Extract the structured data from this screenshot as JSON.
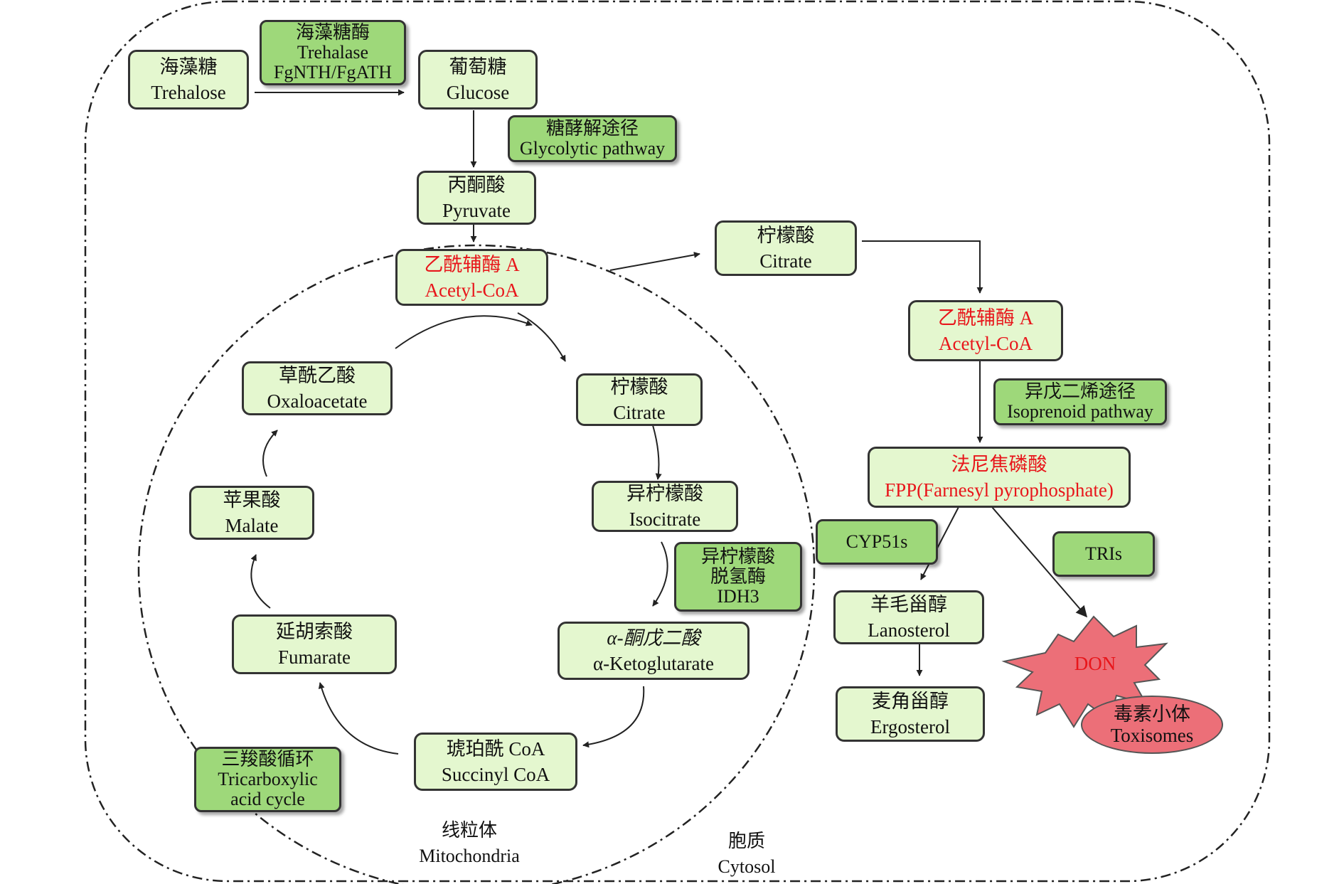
{
  "colors": {
    "node_fill": "#e4f7cf",
    "enzyme_fill": "#9ed87a",
    "highlight_text": "#e8161b",
    "toxin_fill": "#ec6f78"
  },
  "nodes": {
    "trehalose": {
      "zh": "海藻糖",
      "en": "Trehalose"
    },
    "glucose": {
      "zh": "葡萄糖",
      "en": "Glucose"
    },
    "pyruvate": {
      "zh": "丙酮酸",
      "en": "Pyruvate"
    },
    "acetyl_coa_mito": {
      "zh": "乙酰辅酶 A",
      "en": "Acetyl-CoA"
    },
    "citrate_cyto": {
      "zh": "柠檬酸",
      "en": "Citrate"
    },
    "acetyl_coa_cyto": {
      "zh": "乙酰辅酶 A",
      "en": "Acetyl-CoA"
    },
    "fpp": {
      "zh": "法尼焦磷酸",
      "en": "FPP(Farnesyl pyrophosphate)"
    },
    "oxaloacetate": {
      "zh": "草酰乙酸",
      "en": "Oxaloacetate"
    },
    "citrate_mito": {
      "zh": "柠檬酸",
      "en": "Citrate"
    },
    "isocitrate": {
      "zh": "异柠檬酸",
      "en": "Isocitrate"
    },
    "malate": {
      "zh": "苹果酸",
      "en": "Malate"
    },
    "ketoglutarate": {
      "zh": "α-酮戊二酸",
      "en": "α-Ketoglutarate"
    },
    "fumarate": {
      "zh": "延胡索酸",
      "en": "Fumarate"
    },
    "succinyl_coa": {
      "zh": "琥珀酰 CoA",
      "en": "Succinyl CoA"
    },
    "lanosterol": {
      "zh": "羊毛甾醇",
      "en": "Lanosterol"
    },
    "ergosterol": {
      "zh": "麦角甾醇",
      "en": "Ergosterol"
    }
  },
  "enzymes": {
    "trehalase": {
      "line1": "海藻糖酶",
      "line2": "Trehalase",
      "line3": "FgNTH/FgATH"
    },
    "glycolytic": {
      "line1": "糖酵解途径",
      "line2": "Glycolytic pathway"
    },
    "isoprenoid": {
      "line1": "异戊二烯途径",
      "line2": "Isoprenoid pathway"
    },
    "idh3": {
      "line1": "异柠檬酸",
      "line2": "脱氢酶",
      "line3": "IDH3"
    },
    "cyp51s": {
      "line1": "CYP51s"
    },
    "tris": {
      "line1": "TRIs"
    },
    "tca": {
      "line1": "三羧酸循环",
      "line2": "Tricarboxylic",
      "line3": "acid cycle"
    }
  },
  "toxin": {
    "don": "DON",
    "toxisomes_zh": "毒素小体",
    "toxisomes_en": "Toxisomes"
  },
  "compartments": {
    "mitochondria_zh": "线粒体",
    "mitochondria_en": "Mitochondria",
    "cytosol_zh": "胞质",
    "cytosol_en": "Cytosol"
  }
}
